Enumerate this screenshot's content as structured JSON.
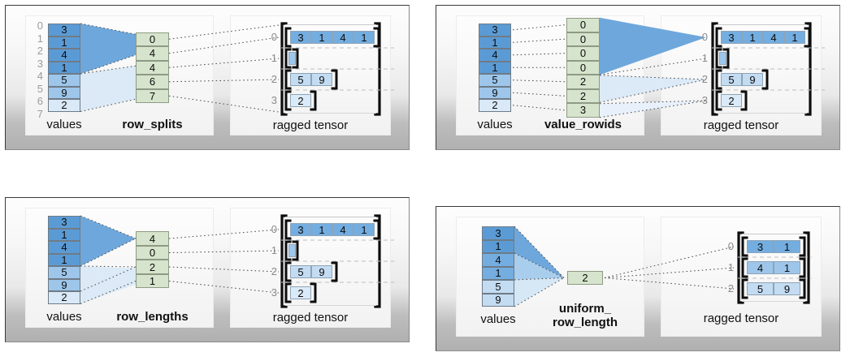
{
  "figure": {
    "title_hidden": "",
    "colors": {
      "values_dark": "#5b9bd5",
      "values_mid": "#9dc6ea",
      "values_light": "#d9e9f7",
      "encoding_green": "#d7e4cd",
      "fan_dark": "#5b9bd5",
      "fan_light": "#d6e7f6",
      "panel_border": "#3a3a3a",
      "index_label": "#9b9b9b",
      "bracket": "#111111"
    },
    "captions": {
      "values": "values",
      "ragged_tensor": "ragged tensor"
    }
  },
  "panels": [
    {
      "id": "row-splits",
      "encoding_label": "row_splits",
      "values_caption": "values",
      "ragged_caption": "ragged tensor",
      "values": [
        "3",
        "1",
        "4",
        "1",
        "5",
        "9",
        "2"
      ],
      "values_index_labels": [
        "0",
        "1",
        "2",
        "3",
        "4",
        "5",
        "6",
        "7"
      ],
      "encoding_values": [
        "0",
        "4",
        "4",
        "6",
        "7"
      ],
      "ragged_row_labels": [
        "0",
        "1",
        "2",
        "3"
      ],
      "ragged_rows": [
        [
          "3",
          "1",
          "4",
          "1"
        ],
        [],
        [
          "5",
          "9"
        ],
        [
          "2"
        ]
      ]
    },
    {
      "id": "value-rowids",
      "encoding_label": "value_rowids",
      "values_caption": "values",
      "ragged_caption": "ragged tensor",
      "values": [
        "3",
        "1",
        "4",
        "1",
        "5",
        "9",
        "2"
      ],
      "values_index_labels": [],
      "encoding_values": [
        "0",
        "0",
        "0",
        "0",
        "2",
        "2",
        "3"
      ],
      "ragged_row_labels": [
        "0",
        "1",
        "2",
        "3"
      ],
      "ragged_rows": [
        [
          "3",
          "1",
          "4",
          "1"
        ],
        [],
        [
          "5",
          "9"
        ],
        [
          "2"
        ]
      ]
    },
    {
      "id": "row-lengths",
      "encoding_label": "row_lengths",
      "values_caption": "values",
      "ragged_caption": "ragged tensor",
      "values": [
        "3",
        "1",
        "4",
        "1",
        "5",
        "9",
        "2"
      ],
      "values_index_labels": [],
      "encoding_values": [
        "4",
        "0",
        "2",
        "1"
      ],
      "ragged_row_labels": [
        "0",
        "1",
        "2",
        "3"
      ],
      "ragged_rows": [
        [
          "3",
          "1",
          "4",
          "1"
        ],
        [],
        [
          "5",
          "9"
        ],
        [
          "2"
        ]
      ]
    },
    {
      "id": "uniform-row-length",
      "encoding_label": "uniform_\nrow_length",
      "values_caption": "values",
      "ragged_caption": "ragged tensor",
      "values": [
        "3",
        "1",
        "4",
        "1",
        "5",
        "9"
      ],
      "values_index_labels": [],
      "encoding_values": [
        "2"
      ],
      "ragged_row_labels": [
        "0",
        "1",
        "2"
      ],
      "ragged_rows": [
        [
          "3",
          "1"
        ],
        [
          "4",
          "1"
        ],
        [
          "5",
          "9"
        ]
      ]
    }
  ]
}
